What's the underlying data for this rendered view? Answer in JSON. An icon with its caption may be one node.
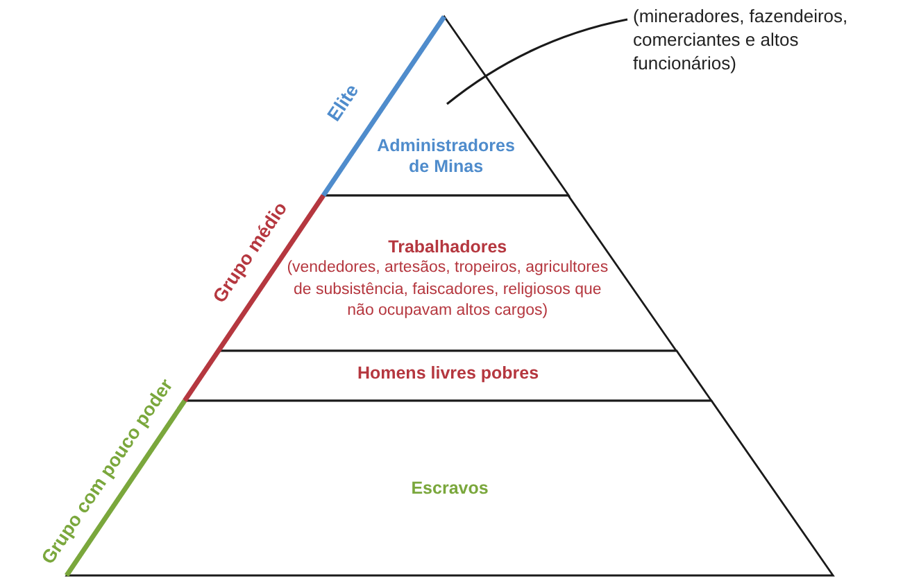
{
  "diagram": {
    "nodes": [
      {
        "text": [
          "Administradores de Minas"
        ]
      },
      {
        "text": [
          "Trabalhadores",
          "(vendedores, artesãos, tropeiros, agricultores de subsistência, faiscadores, religiosos que não ocupavam altos cargos)"
        ]
      },
      {
        "text": [
          "Homens livres pobres"
        ]
      },
      {
        "text": [
          "Escravos"
        ]
      },
      {
        "text": [
          "(mineradores, fazendeiros, comerciantes e altos funcionários)"
        ]
      }
    ],
    "edges": [
      {
        "from": 4,
        "to": 0,
        "arrow": "none"
      }
    ],
    "labels": [
      "Elite",
      "Grupo médio",
      "Grupo com pouco poder"
    ]
  }
}
